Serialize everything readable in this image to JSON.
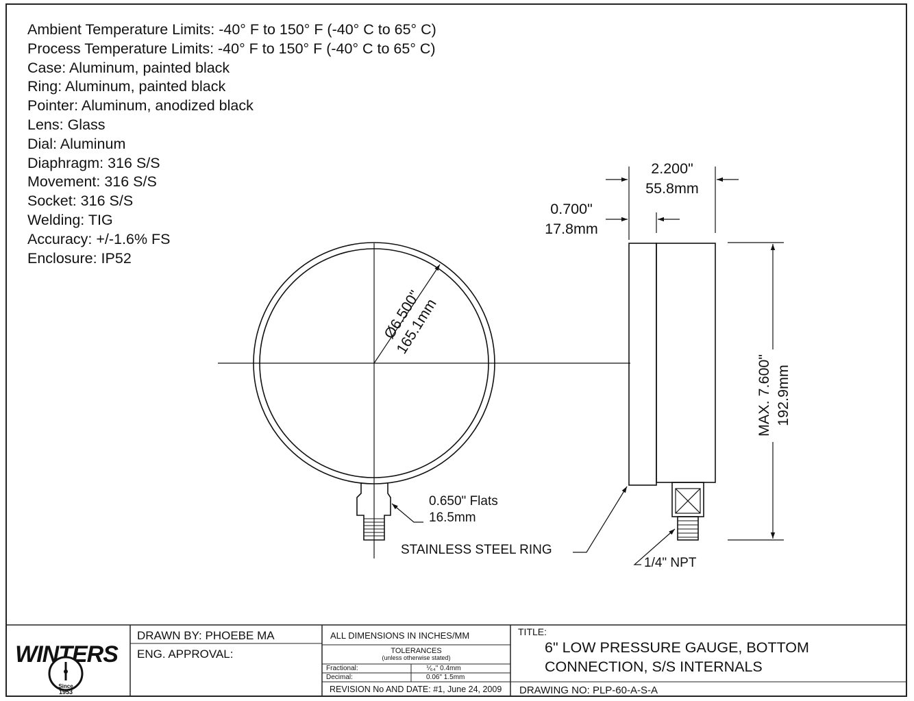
{
  "specs": [
    "Ambient Temperature Limits: -40° F to 150° F (-40° C to 65° C)",
    "Process Temperature Limits: -40° F to 150° F (-40° C to 65° C)",
    "Case: Aluminum, painted black",
    "Ring: Aluminum, painted black",
    "Pointer: Aluminum, anodized black",
    "Lens: Glass",
    "Dial: Aluminum",
    "Diaphragm: 316 S/S",
    "Movement: 316 S/S",
    "Socket: 316 S/S",
    "Welding: TIG",
    "Accuracy:  +/-1.6% FS",
    "Enclosure: IP52"
  ],
  "dimensions": {
    "depth_in": "2.200\"",
    "depth_mm": "55.8mm",
    "ring_in": "0.700\"",
    "ring_mm": "17.8mm",
    "diameter_in": "Ø6.500\"",
    "diameter_mm": "165.1mm",
    "height_in": "MAX. 7.600\"",
    "height_mm": "192.9mm",
    "flats_in": "0.650\" Flats",
    "flats_mm": "16.5mm",
    "ring_label": "STAINLESS STEEL RING",
    "npt_label": "1/4\" NPT"
  },
  "title_block": {
    "logo_text": "WINTERS",
    "logo_since": "Since",
    "logo_year": "1953",
    "drawn_by": "DRAWN BY: PHOEBE MA",
    "eng_approval": "ENG. APPROVAL:",
    "all_dimensions": "ALL DIMENSIONS IN INCHES/MM",
    "tolerances": "TOLERANCES",
    "tolerances_note": "(unless otherwise stated)",
    "fractional_label": "Fractional:",
    "fractional_value": "⅟₆₄\" 0.4mm",
    "decimal_label": "Decimal:",
    "decimal_value": "0.06\" 1.5mm",
    "revision": "REVISION No AND DATE: #1, June 24, 2009",
    "title_label": "TITLE:",
    "title_line1": "6\" LOW PRESSURE GAUGE, BOTTOM",
    "title_line2": "CONNECTION, S/S INTERNALS",
    "drawing_no": "DRAWING NO: PLP-60-A-S-A"
  }
}
